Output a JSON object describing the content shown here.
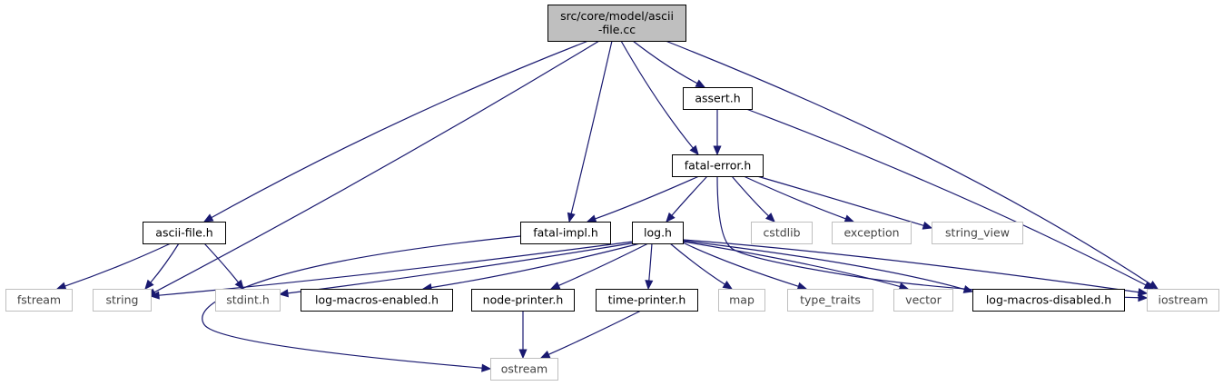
{
  "diagram": {
    "colors": {
      "edge": "#191970",
      "root_fill": "#bfbfbf",
      "documented_border": "#000000",
      "external_border": "#bfbfbf",
      "external_text": "#444444",
      "background": "#ffffff"
    },
    "nodes": [
      {
        "id": "root",
        "label_lines": [
          "src/core/model/ascii",
          "-file.cc"
        ],
        "kind": "root"
      },
      {
        "id": "assert",
        "label_lines": [
          "assert.h"
        ],
        "kind": "documented"
      },
      {
        "id": "fatal_error",
        "label_lines": [
          "fatal-error.h"
        ],
        "kind": "documented"
      },
      {
        "id": "ascii_file_h",
        "label_lines": [
          "ascii-file.h"
        ],
        "kind": "documented"
      },
      {
        "id": "fatal_impl",
        "label_lines": [
          "fatal-impl.h"
        ],
        "kind": "documented"
      },
      {
        "id": "log",
        "label_lines": [
          "log.h"
        ],
        "kind": "documented"
      },
      {
        "id": "cstdlib",
        "label_lines": [
          "cstdlib"
        ],
        "kind": "external"
      },
      {
        "id": "exception",
        "label_lines": [
          "exception"
        ],
        "kind": "external"
      },
      {
        "id": "string_view",
        "label_lines": [
          "string_view"
        ],
        "kind": "external"
      },
      {
        "id": "fstream",
        "label_lines": [
          "fstream"
        ],
        "kind": "external"
      },
      {
        "id": "string",
        "label_lines": [
          "string"
        ],
        "kind": "external"
      },
      {
        "id": "stdint",
        "label_lines": [
          "stdint.h"
        ],
        "kind": "external"
      },
      {
        "id": "log_macros_enabled",
        "label_lines": [
          "log-macros-enabled.h"
        ],
        "kind": "documented"
      },
      {
        "id": "node_printer",
        "label_lines": [
          "node-printer.h"
        ],
        "kind": "documented"
      },
      {
        "id": "time_printer",
        "label_lines": [
          "time-printer.h"
        ],
        "kind": "documented"
      },
      {
        "id": "map",
        "label_lines": [
          "map"
        ],
        "kind": "external"
      },
      {
        "id": "type_traits",
        "label_lines": [
          "type_traits"
        ],
        "kind": "external"
      },
      {
        "id": "vector",
        "label_lines": [
          "vector"
        ],
        "kind": "external"
      },
      {
        "id": "log_macros_disabled",
        "label_lines": [
          "log-macros-disabled.h"
        ],
        "kind": "documented"
      },
      {
        "id": "iostream",
        "label_lines": [
          "iostream"
        ],
        "kind": "external"
      },
      {
        "id": "ostream",
        "label_lines": [
          "ostream"
        ],
        "kind": "external"
      }
    ],
    "edges": [
      {
        "from": "root",
        "to": "ascii_file_h"
      },
      {
        "from": "root",
        "to": "string"
      },
      {
        "from": "root",
        "to": "fatal_impl"
      },
      {
        "from": "root",
        "to": "fatal_error"
      },
      {
        "from": "root",
        "to": "assert"
      },
      {
        "from": "root",
        "to": "iostream"
      },
      {
        "from": "assert",
        "to": "fatal_error"
      },
      {
        "from": "assert",
        "to": "iostream"
      },
      {
        "from": "fatal_error",
        "to": "fatal_impl"
      },
      {
        "from": "fatal_error",
        "to": "log"
      },
      {
        "from": "fatal_error",
        "to": "cstdlib"
      },
      {
        "from": "fatal_error",
        "to": "exception"
      },
      {
        "from": "fatal_error",
        "to": "string_view"
      },
      {
        "from": "fatal_error",
        "to": "iostream"
      },
      {
        "from": "ascii_file_h",
        "to": "fstream"
      },
      {
        "from": "ascii_file_h",
        "to": "string"
      },
      {
        "from": "ascii_file_h",
        "to": "stdint"
      },
      {
        "from": "fatal_impl",
        "to": "ostream"
      },
      {
        "from": "log",
        "to": "string"
      },
      {
        "from": "log",
        "to": "stdint"
      },
      {
        "from": "log",
        "to": "log_macros_enabled"
      },
      {
        "from": "log",
        "to": "node_printer"
      },
      {
        "from": "log",
        "to": "time_printer"
      },
      {
        "from": "log",
        "to": "map"
      },
      {
        "from": "log",
        "to": "type_traits"
      },
      {
        "from": "log",
        "to": "vector"
      },
      {
        "from": "log",
        "to": "log_macros_disabled"
      },
      {
        "from": "log",
        "to": "iostream"
      },
      {
        "from": "node_printer",
        "to": "ostream"
      },
      {
        "from": "time_printer",
        "to": "ostream"
      }
    ]
  }
}
